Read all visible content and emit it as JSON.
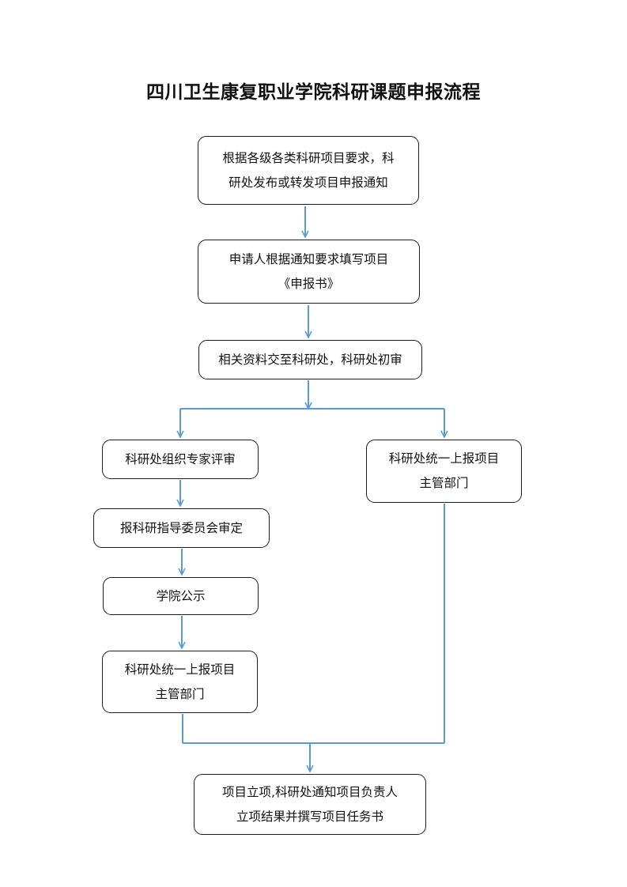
{
  "title": "四川卫生康复职业学院科研课题申报流程",
  "colors": {
    "connector": "#5b9bd5",
    "border": "#1e1e1e"
  },
  "steps": {
    "notice": [
      "根据各级各类科研项目要求，科",
      "研处发布或转发项目申报通知"
    ],
    "fill_form": [
      "申请人根据通知要求填写项目",
      "《申报书》"
    ],
    "submit": [
      "相关资料交至科研处，科研处初审"
    ],
    "expert_review": [
      "科研处组织专家评审"
    ],
    "committee": [
      "报科研指导委员会审定"
    ],
    "publicity": [
      "学院公示"
    ],
    "report_left": [
      "科研处统一上报项目",
      "主管部门"
    ],
    "report_right": [
      "科研处统一上报项目",
      "主管部门"
    ],
    "approval": [
      "项目立项,科研处通知项目负责人",
      "立项结果并撰写项目任务书"
    ]
  }
}
